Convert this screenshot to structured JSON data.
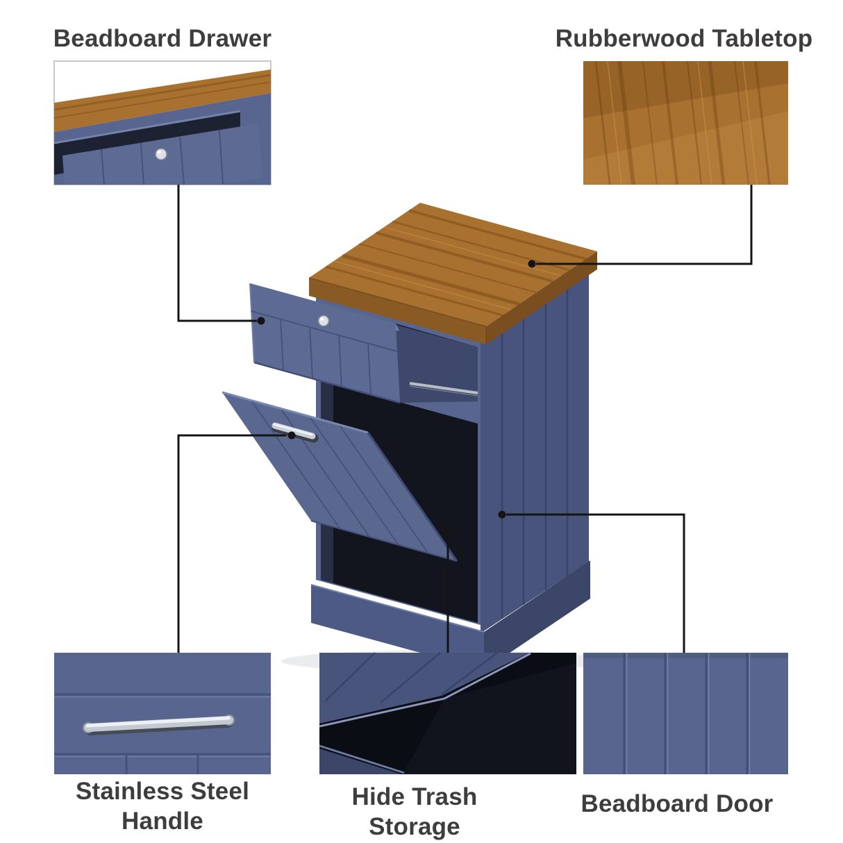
{
  "colors": {
    "background": "#ffffff",
    "cabinet_blue": "#57658f",
    "cabinet_blue_dark": "#46527a",
    "cabinet_blue_deep": "#3c4668",
    "wood_brown": "#a9712f",
    "wood_edge": "#8a5a24",
    "interior_black": "#12151e",
    "steel": "#c7cdd5",
    "connector_line": "#141414",
    "label_text": "#3d3d3d"
  },
  "callouts": {
    "beadboard_drawer": {
      "label": "Beadboard Drawer"
    },
    "rubberwood_tabletop": {
      "label": "Rubberwood Tabletop"
    },
    "stainless_steel_handle": {
      "label": "Stainless Steel Handle"
    },
    "hide_trash_storage": {
      "label": "Hide Trash Storage"
    },
    "beadboard_door": {
      "label": "Beadboard Door"
    }
  }
}
